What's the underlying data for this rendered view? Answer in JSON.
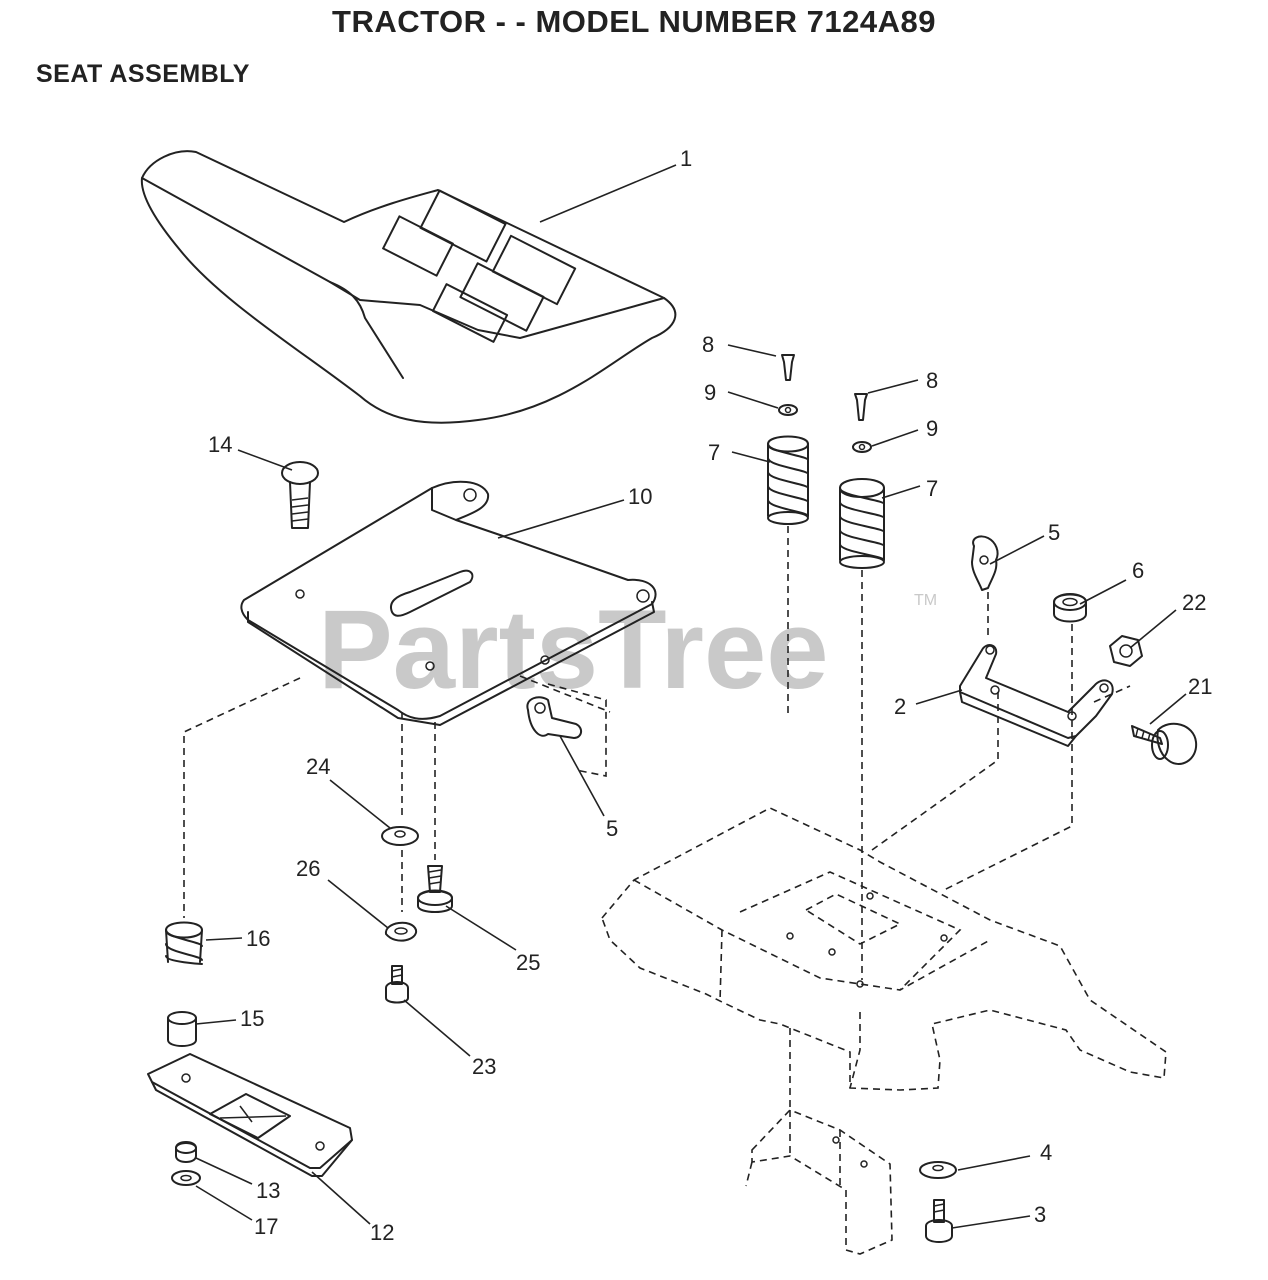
{
  "title": "TRACTOR - - MODEL NUMBER 7124A89",
  "subtitle": "SEAT ASSEMBLY",
  "watermark": {
    "text": "PartsTree",
    "mark": "TM"
  },
  "callouts": [
    {
      "id": "c1",
      "text": "1"
    },
    {
      "id": "c8a",
      "text": "8"
    },
    {
      "id": "c9a",
      "text": "9"
    },
    {
      "id": "c7a",
      "text": "7"
    },
    {
      "id": "c8b",
      "text": "8"
    },
    {
      "id": "c9b",
      "text": "9"
    },
    {
      "id": "c7b",
      "text": "7"
    },
    {
      "id": "c14",
      "text": "14"
    },
    {
      "id": "c10",
      "text": "10"
    },
    {
      "id": "c5a",
      "text": "5"
    },
    {
      "id": "c6",
      "text": "6"
    },
    {
      "id": "c22",
      "text": "22"
    },
    {
      "id": "c2",
      "text": "2"
    },
    {
      "id": "c21",
      "text": "21"
    },
    {
      "id": "c24",
      "text": "24"
    },
    {
      "id": "c5b",
      "text": "5"
    },
    {
      "id": "c26",
      "text": "26"
    },
    {
      "id": "c25",
      "text": "25"
    },
    {
      "id": "c16",
      "text": "16"
    },
    {
      "id": "c15",
      "text": "15"
    },
    {
      "id": "c23",
      "text": "23"
    },
    {
      "id": "c13",
      "text": "13"
    },
    {
      "id": "c17",
      "text": "17"
    },
    {
      "id": "c12",
      "text": "12"
    },
    {
      "id": "c4",
      "text": "4"
    },
    {
      "id": "c3",
      "text": "3"
    }
  ]
}
